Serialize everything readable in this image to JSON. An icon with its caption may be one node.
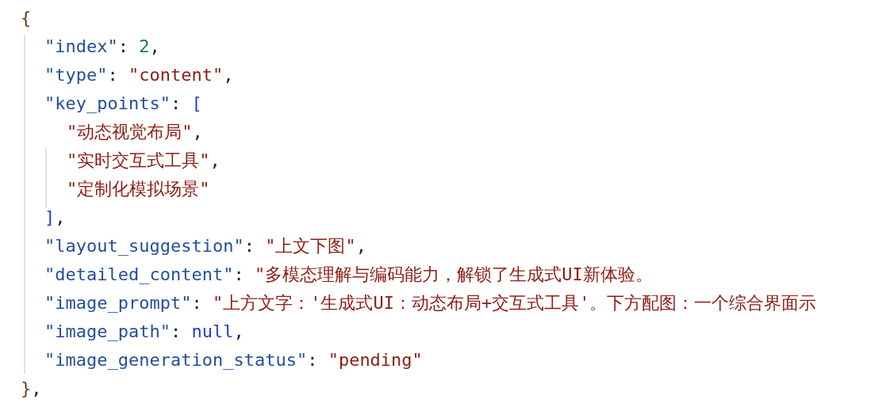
{
  "diagram": {
    "labels": [
      "{",
      "\"index\": 2,",
      "\"type\": \"content\",",
      "\"key_points\": [",
      "\"动态视觉布局\",",
      "\"实时交互式工具\",",
      "\"定制化模拟场景\"",
      "],",
      "\"layout_suggestion\": \"上文下图\",",
      "\"detailed_content\": \"多模态理解与编码能力，解锁了生成式UI新体验。",
      "\"image_prompt\": \"上方文字：'生成式UI：动态布局+交互式工具'。下方配图：一个综合界面示",
      "\"image_path\": null,",
      "\"image_generation_status\": \"pending\"",
      "},"
    ]
  }
}
